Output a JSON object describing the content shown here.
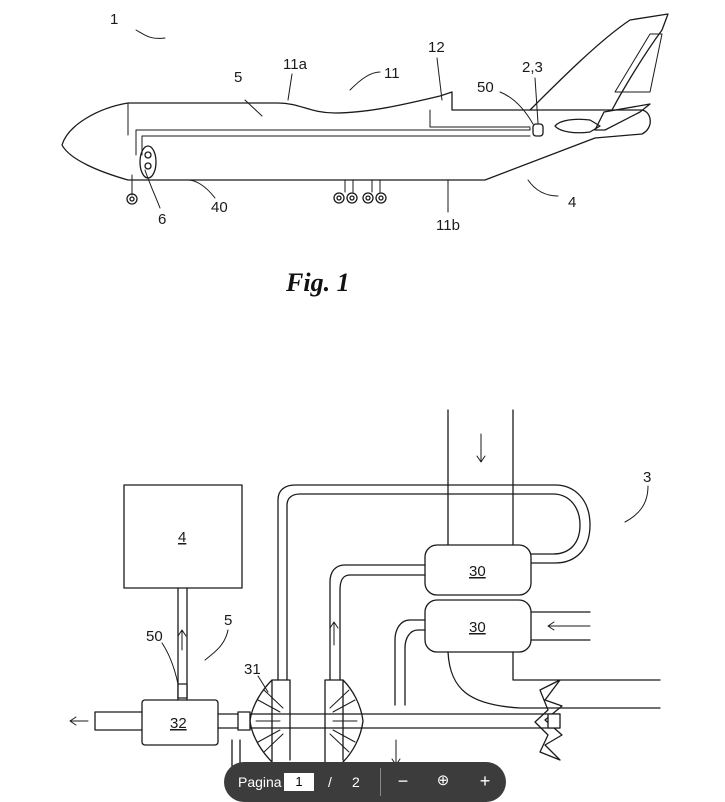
{
  "figure1": {
    "caption": "Fig. 1",
    "labels": {
      "n1": "1",
      "n5": "5",
      "n11a": "11a",
      "n11": "11",
      "n12": "12",
      "n50": "50",
      "n23": "2,3",
      "n6": "6",
      "n40": "40",
      "n11b": "11b",
      "n4": "4"
    }
  },
  "figure2": {
    "labels": {
      "n3": "3",
      "box4": "4",
      "n5": "5",
      "n50": "50",
      "n31": "31",
      "box32": "32",
      "box30a": "30",
      "box30b": "30"
    }
  },
  "toolbar": {
    "page_label": "Pagina",
    "current_page": "1",
    "separator": "/",
    "total_pages": "2",
    "zoom_out": "−",
    "zoom_icon": "⊕",
    "zoom_in": "+"
  }
}
